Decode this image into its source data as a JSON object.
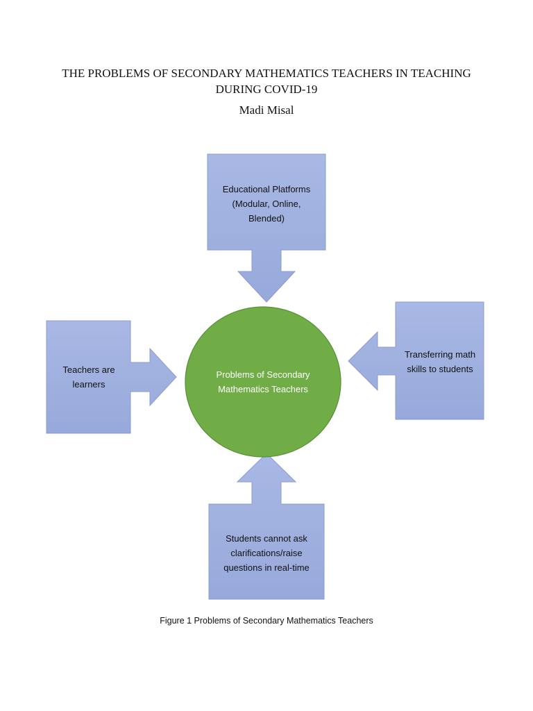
{
  "document": {
    "title": "THE PROBLEMS OF SECONDARY MATHEMATICS TEACHERS IN TEACHING DURING COVID-19",
    "author": "Madi Misal",
    "caption": "Figure 1 Problems of Secondary Mathematics Teachers"
  },
  "diagram": {
    "center": "Problems of Secondary Mathematics Teachers",
    "top": "Educational Platforms (Modular, Online, Blended)",
    "left": "Teachers are learners",
    "right": "Transferring math skills to students",
    "bottom": "Students cannot ask clarifications/raise questions in real-time"
  },
  "colors": {
    "box_fill_top": "#a9b8e4",
    "box_fill_bottom": "#97a9db",
    "box_stroke": "#8a9ccf",
    "circle_fill": "#70ad47",
    "circle_stroke": "#5a8f38"
  }
}
